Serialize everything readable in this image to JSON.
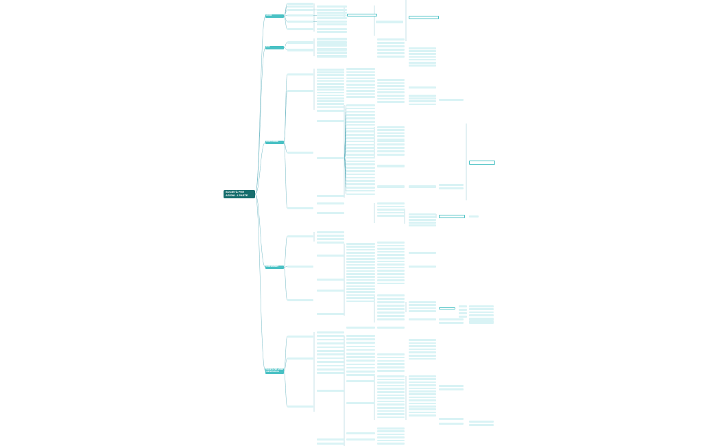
{
  "root": {
    "label": "SOCIETÀ PER AZIONI - I PARTE"
  },
  "branches": [
    {
      "label": "AZIONI"
    },
    {
      "label": "SOCI"
    },
    {
      "label": "COSTITUZIONE"
    },
    {
      "label": "CONFERIMENTI"
    },
    {
      "label": "SOCIETÀ PER AZIONI UNIPERSONALE"
    }
  ],
  "theme": {
    "root_color": "#176e6d",
    "main_color": "#49c1c4",
    "node_color": "#d9f3f5",
    "line_color": "#6fb8c4"
  }
}
